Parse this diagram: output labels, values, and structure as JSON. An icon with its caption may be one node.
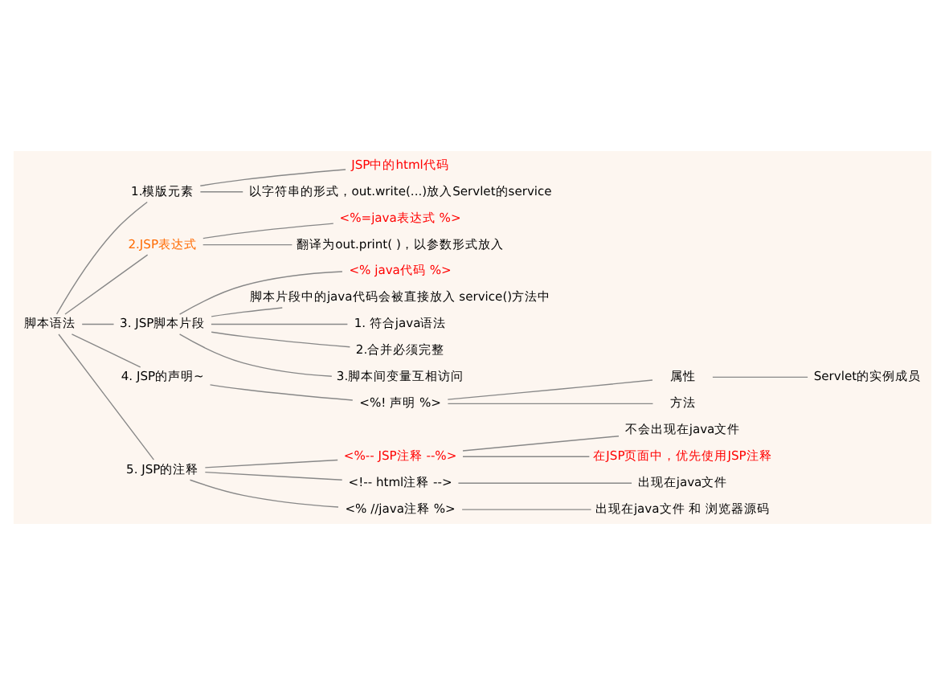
{
  "diagram": {
    "nodes": [
      {
        "text": [
          "脚本语法"
        ]
      },
      {
        "text": [
          "1.模版元素"
        ]
      },
      {
        "text": [
          "JSP中的html代码"
        ]
      },
      {
        "text": [
          "以字符串的形式，out.write(...)放入Servlet的service"
        ]
      },
      {
        "text": [
          "2.JSP表达式"
        ]
      },
      {
        "text": [
          "<%=java表达式 %>"
        ]
      },
      {
        "text": [
          "翻译为out.print( )，以参数形式放入"
        ]
      },
      {
        "text": [
          "3. JSP脚本片段"
        ]
      },
      {
        "text": [
          "<% java代码 %>"
        ]
      },
      {
        "text": [
          "脚本片段中的java代码会被直接放入 service()方法中"
        ]
      },
      {
        "text": [
          "1. 符合java语法"
        ]
      },
      {
        "text": [
          "2.合并必须完整"
        ]
      },
      {
        "text": [
          "3.脚本间变量互相访问"
        ]
      },
      {
        "text": [
          "4. JSP的声明~"
        ]
      },
      {
        "text": [
          "<%! 声明 %>"
        ]
      },
      {
        "text": [
          "属性"
        ]
      },
      {
        "text": [
          "Servlet的实例成员"
        ]
      },
      {
        "text": [
          "方法"
        ]
      },
      {
        "text": [
          "5. JSP的注释"
        ]
      },
      {
        "text": [
          "<%-- JSP注释 --%>"
        ]
      },
      {
        "text": [
          "不会出现在java文件"
        ]
      },
      {
        "text": [
          "在JSP页面中，优先使用JSP注释"
        ]
      },
      {
        "text": [
          "<!-- html注释 -->"
        ]
      },
      {
        "text": [
          "出现在java文件"
        ]
      },
      {
        "text": [
          "<% //java注释 %>"
        ]
      },
      {
        "text": [
          "出现在java文件 和 浏览器源码"
        ]
      }
    ],
    "edges": [
      {
        "from": 0,
        "to": 1,
        "arrow": "none"
      },
      {
        "from": 1,
        "to": 2,
        "arrow": "none"
      },
      {
        "from": 1,
        "to": 3,
        "arrow": "none"
      },
      {
        "from": 0,
        "to": 4,
        "arrow": "none"
      },
      {
        "from": 4,
        "to": 5,
        "arrow": "none"
      },
      {
        "from": 4,
        "to": 6,
        "arrow": "none"
      },
      {
        "from": 0,
        "to": 7,
        "arrow": "none"
      },
      {
        "from": 7,
        "to": 8,
        "arrow": "none"
      },
      {
        "from": 7,
        "to": 9,
        "arrow": "none"
      },
      {
        "from": 7,
        "to": 10,
        "arrow": "none"
      },
      {
        "from": 7,
        "to": 11,
        "arrow": "none"
      },
      {
        "from": 7,
        "to": 12,
        "arrow": "none"
      },
      {
        "from": 0,
        "to": 13,
        "arrow": "none"
      },
      {
        "from": 13,
        "to": 14,
        "arrow": "none"
      },
      {
        "from": 14,
        "to": 15,
        "arrow": "none"
      },
      {
        "from": 15,
        "to": 16,
        "arrow": "none"
      },
      {
        "from": 14,
        "to": 17,
        "arrow": "none"
      },
      {
        "from": 0,
        "to": 18,
        "arrow": "none"
      },
      {
        "from": 18,
        "to": 19,
        "arrow": "none"
      },
      {
        "from": 19,
        "to": 20,
        "arrow": "none"
      },
      {
        "from": 19,
        "to": 21,
        "arrow": "none"
      },
      {
        "from": 18,
        "to": 22,
        "arrow": "none"
      },
      {
        "from": 22,
        "to": 23,
        "arrow": "none"
      },
      {
        "from": 18,
        "to": 24,
        "arrow": "none"
      },
      {
        "from": 24,
        "to": 25,
        "arrow": "none"
      }
    ]
  }
}
